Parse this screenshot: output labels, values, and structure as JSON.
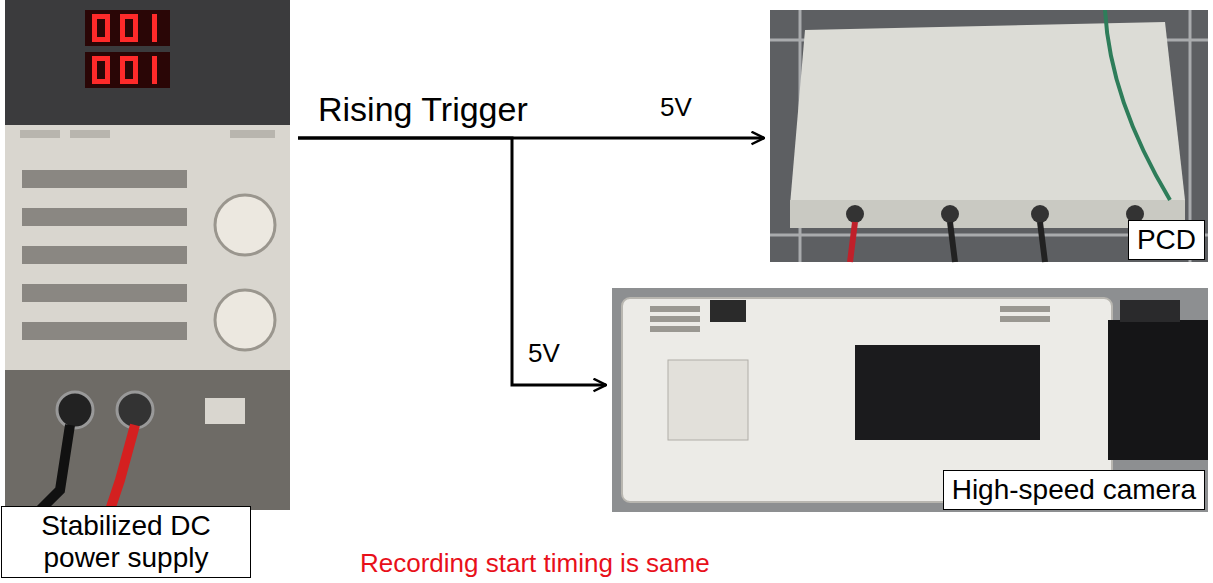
{
  "diagram": {
    "nodes": [
      {
        "text": [
          "Stabilized DC power supply"
        ]
      },
      {
        "text": [
          "PCD"
        ]
      },
      {
        "text": [
          "High-speed camera"
        ]
      }
    ],
    "edges": [
      {
        "from": 0,
        "to": 1,
        "arrow": "to",
        "label": "5V"
      },
      {
        "from": 0,
        "to": 2,
        "arrow": "to",
        "label": "5V"
      }
    ],
    "labels": [
      "Rising Trigger",
      "Recording start timing is same"
    ]
  }
}
